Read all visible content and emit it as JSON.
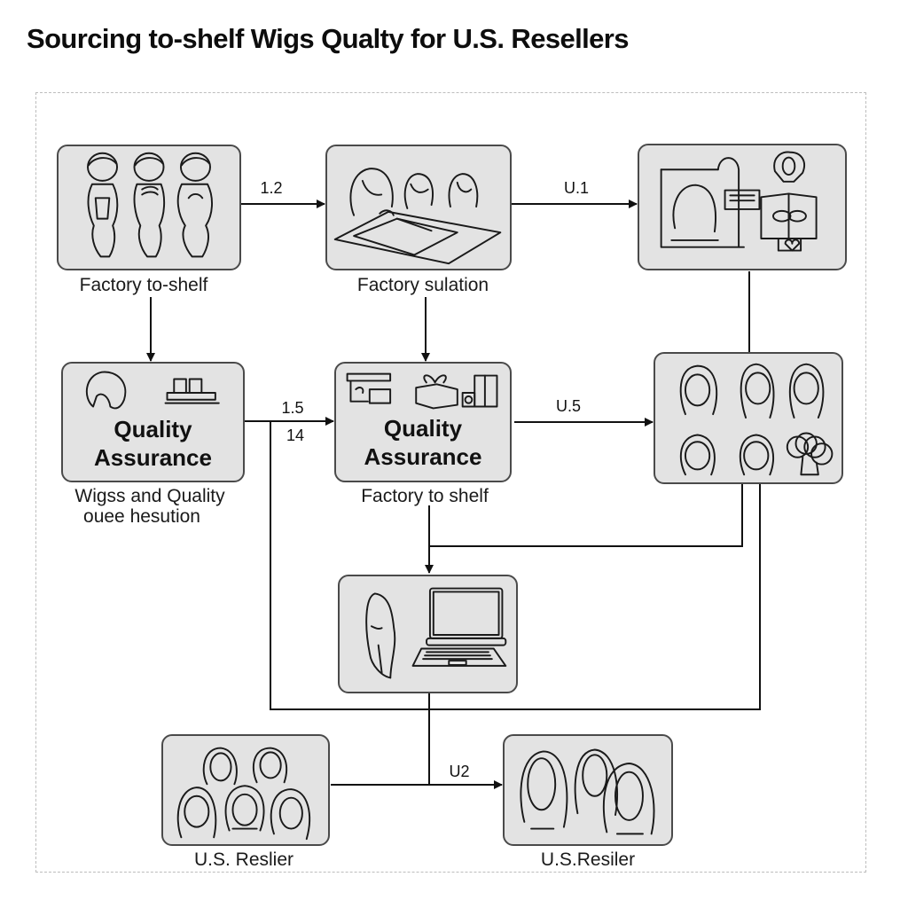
{
  "title": "Sourcing to-shelf Wigs Qualty for U.S. Resellers",
  "nodes": {
    "factory_to_shelf": {
      "caption": "Factory to-shelf",
      "icon": "wig-stands-icon"
    },
    "factory_sulation": {
      "caption": "Factory sulation",
      "icon": "women-reviewing-blueprints-icon"
    },
    "online_review": {
      "caption": "",
      "icon": "woman-at-monitor-and-reader-icon"
    },
    "qa_left": {
      "heading_line1": "Quality",
      "heading_line2": "Assurance",
      "caption_line1": "Wigss and Quality",
      "caption_line2": "ouee hesution",
      "icon": "wig-and-cases-icon"
    },
    "qa_center": {
      "heading_line1": "Quality",
      "heading_line2": "Assurance",
      "caption": "Factory to shelf",
      "icon": "packaging-gifts-icon"
    },
    "wig_styles": {
      "caption": "",
      "icon": "wig-styles-grid-icon"
    },
    "ecommerce": {
      "caption": "",
      "icon": "wig-and-laptop-icon"
    },
    "reseller_left": {
      "caption": "U.S. Reslier",
      "icon": "group-of-women-icon"
    },
    "reseller_right": {
      "caption": "U.S.Resiler",
      "icon": "three-wigs-icon"
    }
  },
  "edges": {
    "e1": "1.2",
    "e2": "U.1",
    "e3_top": "1.5",
    "e3_bottom": "14",
    "e4": "U.5",
    "e5": "U2"
  }
}
